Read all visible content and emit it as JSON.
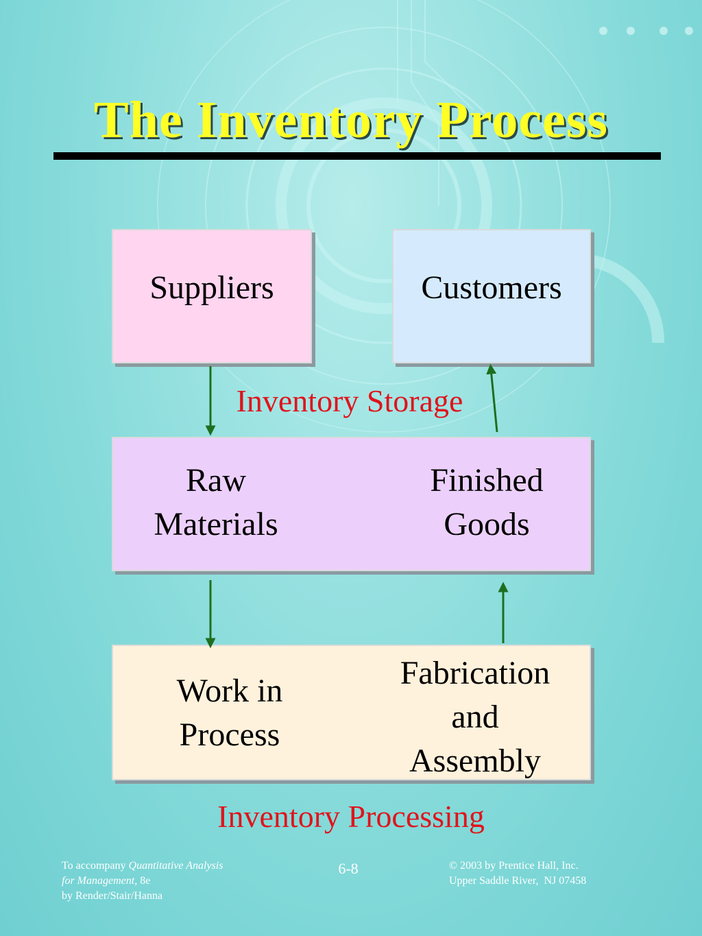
{
  "slide": {
    "title": "The Inventory Process",
    "nodes": {
      "suppliers": "Suppliers",
      "customers": "Customers",
      "raw_materials": [
        "Raw",
        "Materials"
      ],
      "finished_goods": [
        "Finished",
        "Goods"
      ],
      "work_in_process": [
        "Work in",
        "Process"
      ],
      "fabrication": [
        "Fabrication",
        "and",
        "Assembly"
      ]
    },
    "labels": {
      "inventory_storage": "Inventory Storage",
      "inventory_processing": "Inventory Processing"
    },
    "colors": {
      "title": "#ffff26",
      "suppliers_fill": "#ffd5f0",
      "customers_fill": "#d5ebfd",
      "storage_fill": "#ecd0fb",
      "processing_fill": "#fff2dc",
      "label_red": "#e0141c",
      "arrow_green": "#1f6e1f"
    }
  },
  "footer": {
    "left_prefix": "To accompany ",
    "left_italic": "Quantitative Analysis",
    "left_italic2": "for Management,",
    "left_edition": " 8e",
    "left_line3": "by Render/Stair/Hanna",
    "page": "6-8",
    "right_line1": "© 2003 by Prentice Hall, Inc.",
    "right_line2": "Upper Saddle River,  NJ 07458"
  }
}
